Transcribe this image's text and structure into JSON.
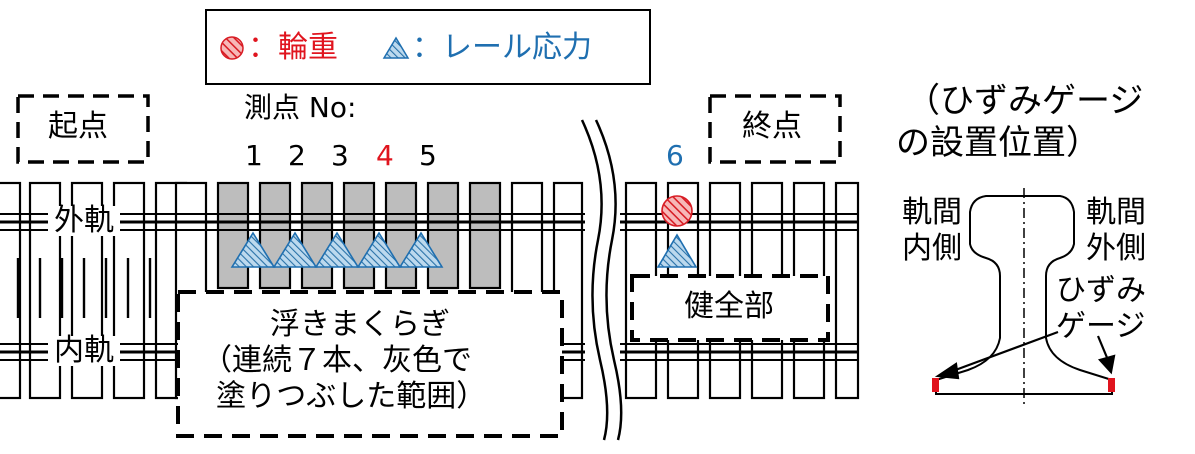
{
  "legend": {
    "wheel_label": "：輪重",
    "stress_label": "：レール応力"
  },
  "labels": {
    "start": "起点",
    "end": "終点",
    "outer_rail": "外軌",
    "inner_rail": "内軌",
    "sound_part": "健全部",
    "floating_line1": "浮きまくらぎ",
    "floating_line2": "（連続７本、灰色で",
    "floating_line3": "塗りつぶした範囲）",
    "measure_points": "測点 No:",
    "gauge_title_line1": "（ひずみゲージ",
    "gauge_title_line2": "の設置位置）",
    "gauge_inside_line1": "軌間",
    "gauge_inside_line2": "内側",
    "gauge_outside_line1": "軌間",
    "gauge_outside_line2": "外側",
    "strain_gauge_line1": "ひずみ",
    "strain_gauge_line2": "ゲージ"
  },
  "point_numbers": [
    {
      "label": "1"
    },
    {
      "label": "2"
    },
    {
      "label": "3"
    },
    {
      "label": "4"
    },
    {
      "label": "5"
    }
  ],
  "point_six": "6",
  "colors": {
    "wheel_load": "#e0141e",
    "rail_stress": "#1f6fb0",
    "highlight_point": "#e0141e",
    "floating_sleeper": "#bdbdbd",
    "gauge_marker": "#e0141e"
  }
}
